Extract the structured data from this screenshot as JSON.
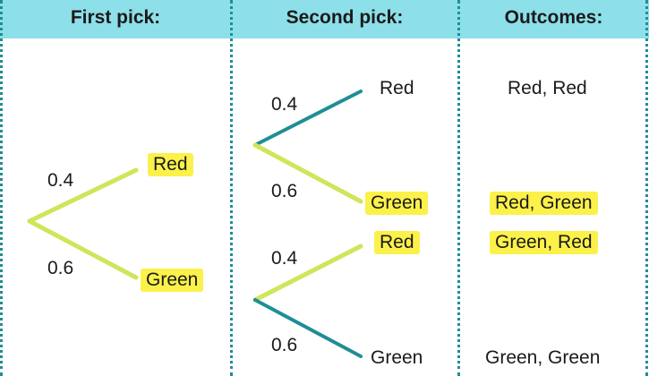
{
  "headers": {
    "first": "First pick:",
    "second": "Second pick:",
    "outcomes": "Outcomes:"
  },
  "first_pick": {
    "red_label": "Red",
    "green_label": "Green",
    "p_red": "0.4",
    "p_green": "0.6"
  },
  "second_pick": {
    "upper": {
      "p_red": "0.4",
      "p_green": "0.6",
      "red_label": "Red",
      "green_label": "Green"
    },
    "lower": {
      "p_red": "0.4",
      "p_green": "0.6",
      "red_label": "Red",
      "green_label": "Green"
    }
  },
  "outcomes": [
    "Red, Red",
    "Red, Green",
    "Green, Red",
    "Green, Green"
  ],
  "colors": {
    "header_bg": "#8ddfe9",
    "divider": "#1f8e96",
    "highlight": "#fbf14a",
    "branch_selected": "#cfe55a",
    "branch_other": "#1f8e96"
  }
}
